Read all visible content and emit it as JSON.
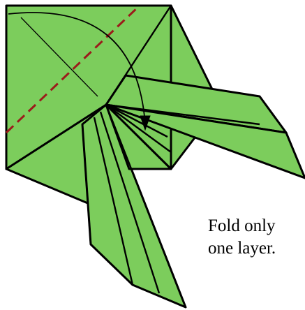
{
  "instruction": {
    "line1": "Fold only",
    "line2": "one layer."
  },
  "colors": {
    "paper": "#7ccd5c",
    "outline": "#000000",
    "valley_fold_line": "#9b1b1b",
    "background": "#ffffff"
  },
  "diagram": {
    "fold_line_style": "valley (dashed)",
    "arrow": "curved fold arrow"
  }
}
